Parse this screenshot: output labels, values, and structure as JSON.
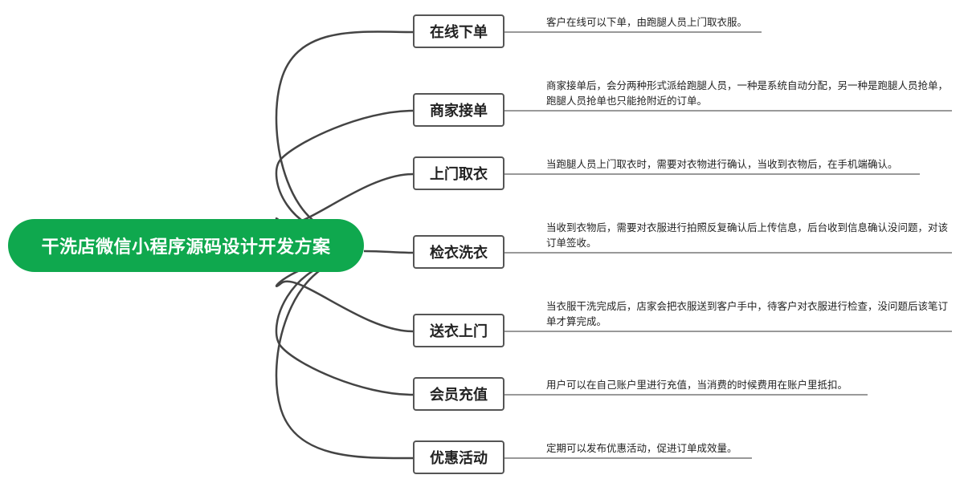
{
  "root": {
    "label": "干洗店微信小程序源码设计开发方案"
  },
  "branches": [
    {
      "label": "在线下单",
      "detail": "客户在线可以下单，由跑腿人员上门取衣服。"
    },
    {
      "label": "商家接单",
      "detail": "商家接单后，会分两种形式派给跑腿人员，一种是系统自动分配，另一种是跑腿人员抢单，跑腿人员抢单也只能抢附近的订单。"
    },
    {
      "label": "上门取衣",
      "detail": "当跑腿人员上门取衣时，需要对衣物进行确认，当收到衣物后，在手机端确认。"
    },
    {
      "label": "检衣洗衣",
      "detail": "当收到衣物后，需要对衣服进行拍照反复确认后上传信息，后台收到信息确认没问题，对该订单签收。"
    },
    {
      "label": "送衣上门",
      "detail": "当衣服干洗完成后，店家会把衣服送到客户手中，待客户对衣服进行检查，没问题后该笔订单才算完成。"
    },
    {
      "label": "会员充值",
      "detail": "用户可以在自己账户里进行充值，当消费的时候费用在账户里抵扣。"
    },
    {
      "label": "优惠活动",
      "detail": "定期可以发布优惠活动，促进订单成效量。"
    }
  ],
  "colors": {
    "root_fill": "#0fa84e",
    "connector": "#444444",
    "detail_line": "#333333"
  }
}
